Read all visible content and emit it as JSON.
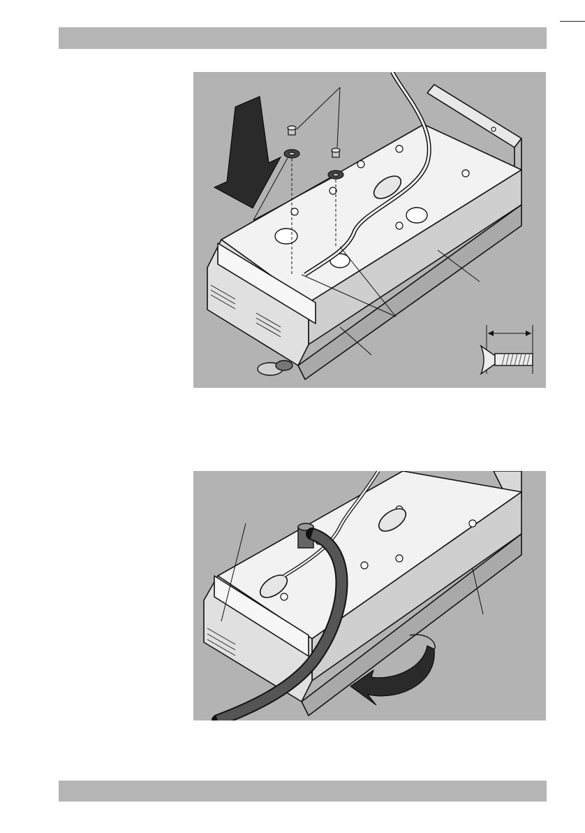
{
  "page": {
    "top_band_text": "",
    "bottom_band_text": ""
  },
  "figures": [
    {
      "id": "figure-1",
      "content": "illustration"
    },
    {
      "id": "figure-2",
      "content": "illustration"
    }
  ]
}
